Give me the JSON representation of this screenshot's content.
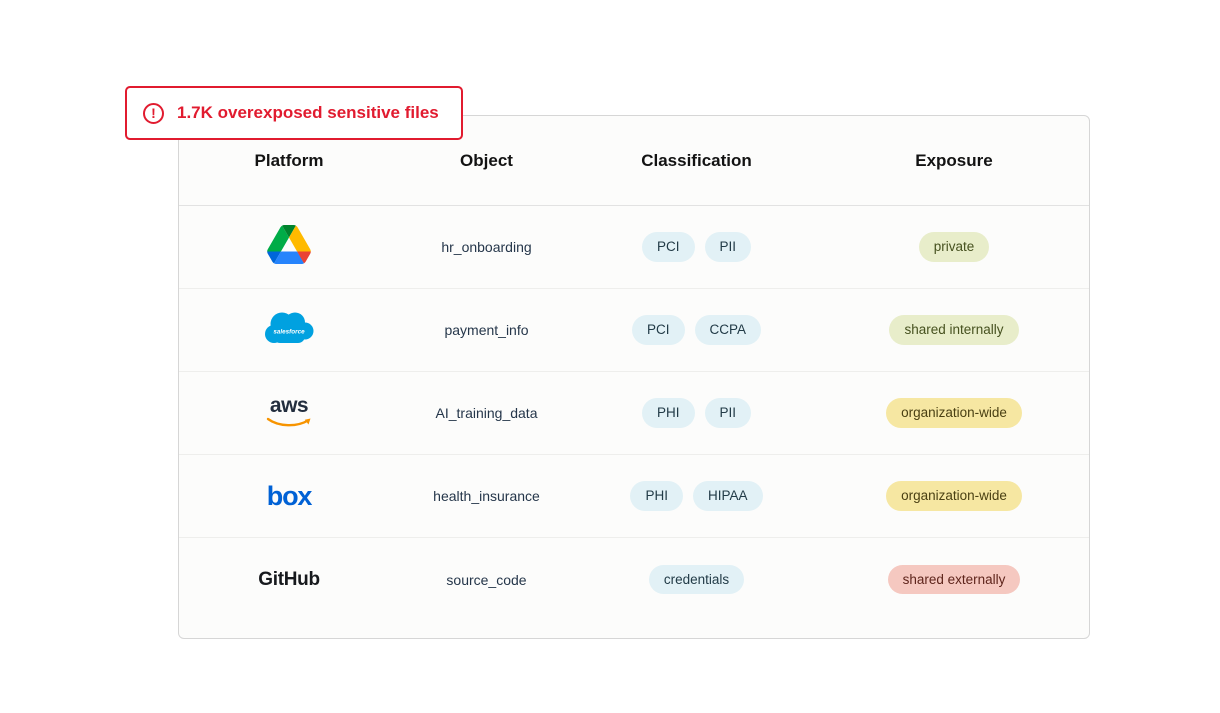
{
  "alert": {
    "label": "1.7K overexposed sensitive files",
    "icon_glyph": "!",
    "color": "#e11b2f"
  },
  "table": {
    "headers": {
      "platform": "Platform",
      "object": "Object",
      "classification": "Classification",
      "exposure": "Exposure"
    },
    "rows": [
      {
        "platform": "Google Drive",
        "object": "hr_onboarding",
        "classifications": [
          "PCI",
          "PII"
        ],
        "exposure": "private",
        "exposure_color": "green"
      },
      {
        "platform": "Salesforce",
        "object": "payment_info",
        "classifications": [
          "PCI",
          "CCPA"
        ],
        "exposure": "shared internally",
        "exposure_color": "green"
      },
      {
        "platform": "AWS",
        "object": "AI_training_data",
        "classifications": [
          "PHI",
          "PII"
        ],
        "exposure": "organization-wide",
        "exposure_color": "yellow"
      },
      {
        "platform": "Box",
        "object": "health_insurance",
        "classifications": [
          "PHI",
          "HIPAA"
        ],
        "exposure": "organization-wide",
        "exposure_color": "yellow"
      },
      {
        "platform": "GitHub",
        "object": "source_code",
        "classifications": [
          "credentials"
        ],
        "exposure": "shared externally",
        "exposure_color": "red"
      }
    ]
  },
  "logos": {
    "salesforce": "salesforce",
    "aws": "aws",
    "box": "box",
    "github": "GitHub"
  },
  "colors": {
    "alert_red": "#e11b2f",
    "classification_pill_bg": "#e2f1f6",
    "exposure_green_bg": "#e8edca",
    "exposure_yellow_bg": "#f6e7a2",
    "exposure_red_bg": "#f5c8c0",
    "salesforce_blue": "#00a1e0",
    "box_blue": "#0061d5",
    "aws_orange": "#f79400"
  }
}
